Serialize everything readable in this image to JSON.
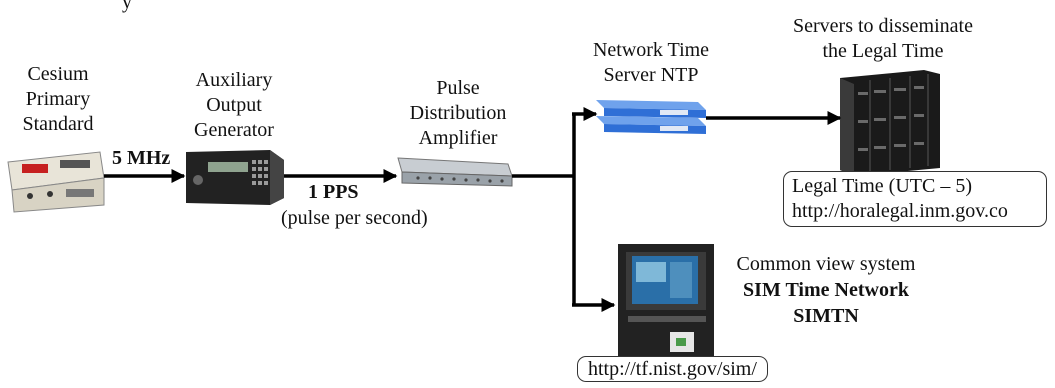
{
  "colors": {
    "line": "#000000",
    "ntp_blue": "#2f6fd6",
    "rack_dark": "#1a1a1a"
  },
  "labels": {
    "top_cut": "y",
    "cesium": "Cesium\nPrimary\nStandard",
    "freq": "5 MHz",
    "aux": "Auxiliary\nOutput\nGenerator",
    "pps": "1 PPS",
    "pps_note": "(pulse per second)",
    "pda": "Pulse\nDistribution\nAmplifier",
    "ntp": "Network Time\nServer NTP",
    "servers": "Servers to disseminate\nthe Legal Time",
    "legal_box_line1": "Legal Time (UTC – 5)",
    "legal_box_line2": "http://horalegal.inm.gov.co",
    "common_view": "Common view system",
    "sim_network": "SIM Time Network",
    "simtn": "SIMTN",
    "nist_url": "http://tf.nist.gov/sim/"
  }
}
